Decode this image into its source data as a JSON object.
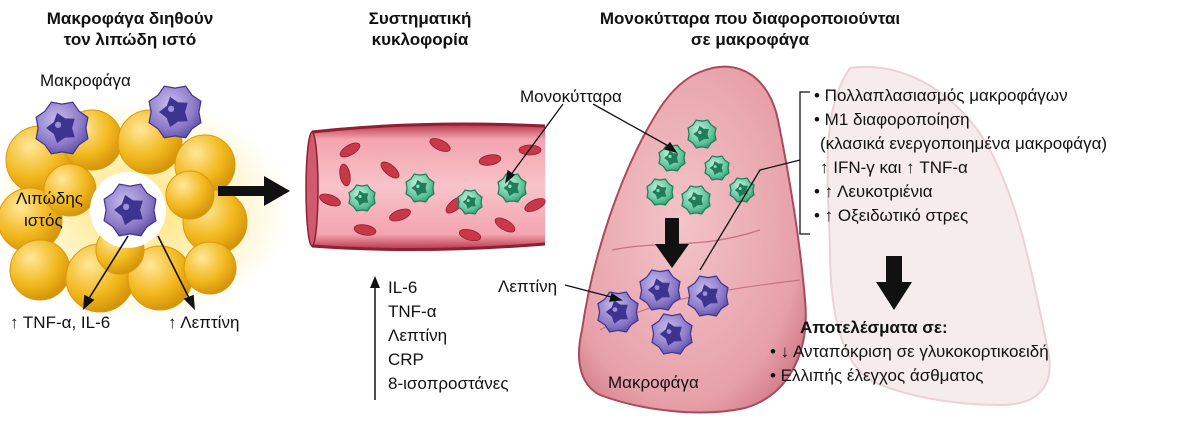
{
  "colors": {
    "fat": "#f2b81d",
    "fat_dark": "#d99a0d",
    "macrophage": "#8a78c6",
    "macrophage_dark": "#3e3490",
    "monocyte": "#5fc39a",
    "monocyte_dark": "#1f7d59",
    "vessel": "#e86f84",
    "rbc": "#c93848",
    "lung_left": "#eaa3ab",
    "lung_right": "#f7eef0",
    "arrow": "#111111"
  },
  "headers": {
    "adipose_line1": "Μακροφάγα διηθούν",
    "adipose_line2": "τον λιπώδη ιστό",
    "circulation_line1": "Συστηματική",
    "circulation_line2": "κυκλοφορία",
    "lung_line1": "Μονοκύτταρα που διαφοροποιούνται",
    "lung_line2": "σε μακροφάγα"
  },
  "adipose": {
    "macrophages_label": "Μακροφάγα",
    "tissue_label_line1": "Λιπώδης",
    "tissue_label_line2": "ιστός",
    "tnf_il6": "↑ TNF-α, IL-6",
    "leptin": "↑ Λεπτίνη"
  },
  "circulation": {
    "mediators": [
      "IL-6",
      "TNF-α",
      "Λεπτίνη",
      "CRP",
      "8-ισοπροστάνες"
    ]
  },
  "lung": {
    "monocytes_label": "Μονοκύτταρα",
    "leptin_label": "Λεπτίνη",
    "macrophages_label": "Μακροφάγα"
  },
  "effects": [
    "• Πολλαπλασιασμός μακροφάγων",
    "• Μ1 διαφοροποίηση",
    "(κλασικά ενεργοποιημένα μακροφάγα)",
    "↑ IFN-γ και   ↑ TNF-α",
    "• ↑ Λευκοτριένια",
    "• ↑ Οξειδωτικό στρες"
  ],
  "results": {
    "title": "Αποτελέσματα σε:",
    "items": [
      "• ↓ Ανταπόκριση σε γλυκοκορτικοειδή",
      "• Ελλιπής έλεγχος άσθματος"
    ]
  }
}
